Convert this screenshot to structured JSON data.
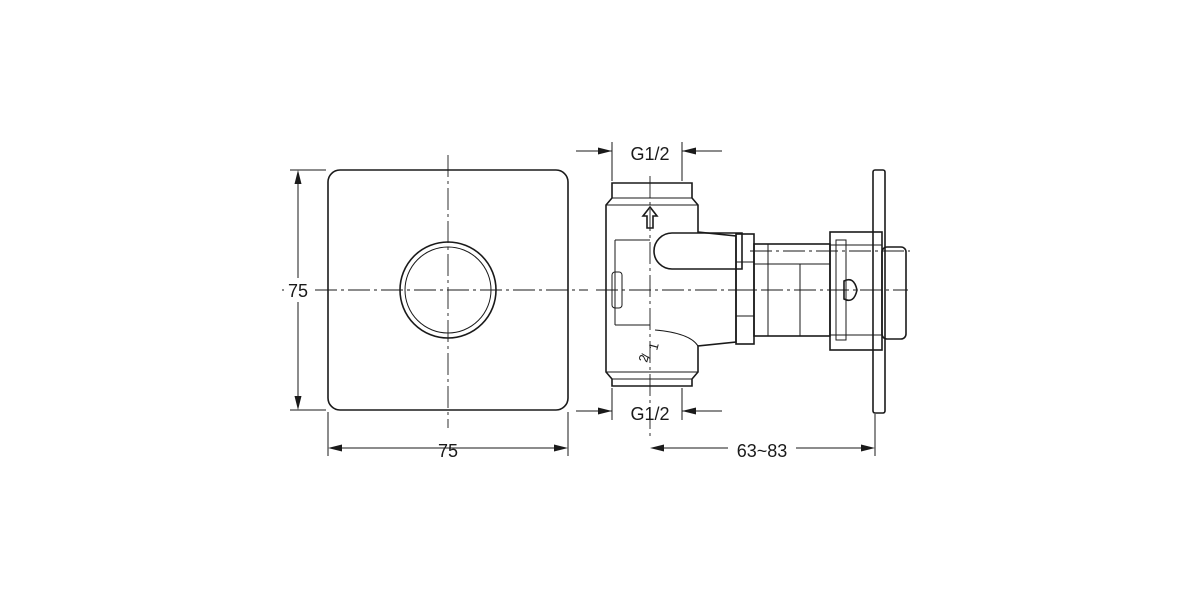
{
  "front_view": {
    "height_label": "75",
    "width_label": "75"
  },
  "side_view": {
    "top_thread_label": "G1/2",
    "bottom_thread_label": "G1/2",
    "depth_label": "63~83",
    "marking_numerator": "1",
    "marking_denominator": "2",
    "flow_arrow_icon": "arrow-up-icon"
  }
}
